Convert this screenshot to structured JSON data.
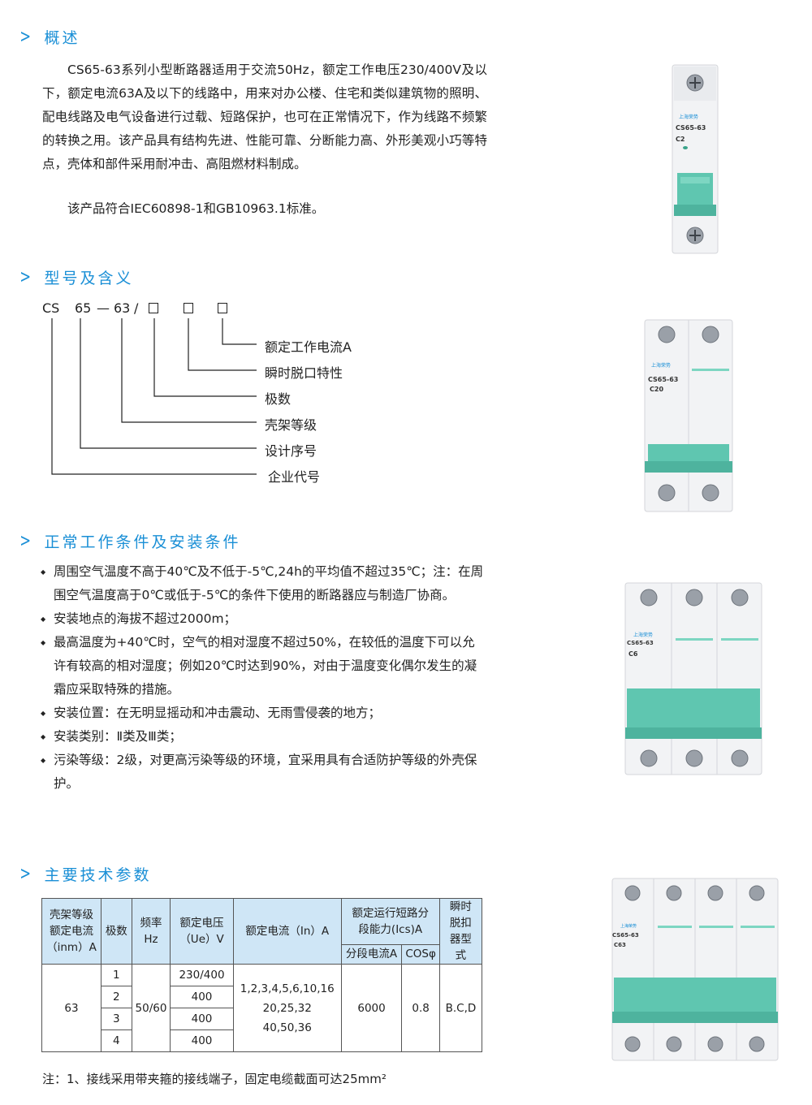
{
  "sections": {
    "overview_title": "概述",
    "model_title": "型号及含义",
    "conditions_title": "正常工作条件及安装条件",
    "params_title": "主要技术参数"
  },
  "overview": {
    "p1": "CS65-63系列小型断路器适用于交流50Hz，额定工作电压230/400V及以下，额定电流63A及以下的线路中，用来对办公楼、住宅和类似建筑物的照明、配电线路及电气设备进行过载、短路保护，也可在正常情况下，作为线路不频繁的转换之用。该产品具有结构先进、性能可靠、分断能力高、外形美观小巧等特点，壳体和部件采用耐冲击、高阻燃材料制成。",
    "p2": "该产品符合IEC60898-1和GB10963.1标准。"
  },
  "model": {
    "code_cs": "CS",
    "code_65": "65",
    "code_dash": "—",
    "code_63": "63",
    "code_slash": "/",
    "meanings": [
      "额定工作电流A",
      "瞬时脱口特性",
      "极数",
      "壳架等级",
      "设计序号",
      "企业代号"
    ]
  },
  "conditions": [
    "周围空气温度不高于40℃及不低于-5℃,24h的平均值不超过35℃；注：在周围空气温度高于0℃或低于-5℃的条件下使用的断路器应与制造厂协商。",
    "安装地点的海拔不超过2000m；",
    "最高温度为+40℃时，空气的相对湿度不超过50%，在较低的温度下可以允许有较高的相对湿度；例如20℃时达到90%，对由于温度变化偶尔发生的凝霜应采取特殊的措施。",
    "安装位置：在无明显摇动和冲击震动、无雨雪侵袭的地方；",
    "安装类别：Ⅱ类及Ⅲ类；",
    "污染等级：2级，对更高污染等级的环境，宜采用具有合适防护等级的外壳保护。"
  ],
  "table": {
    "headers": {
      "frame": "壳架等级额定电流（inm）A",
      "poles": "极数",
      "freq": "频率Hz",
      "voltage": "额定电压（Ue）V",
      "current": "额定电流（In）A",
      "breaking": "额定运行短路分段能力(Ics)A",
      "breaking_current": "分段电流A",
      "cos": "COSφ",
      "trip": "瞬时脱扣器型式"
    },
    "frame_value": "63",
    "freq_value": "50/60",
    "current_value": "1,2,3,4,5,6,10,16 20,25,32 40,50,36",
    "breaking_value": "6000",
    "cos_value": "0.8",
    "trip_value": "B.C,D",
    "rows": [
      {
        "poles": "1",
        "voltage": "230/400"
      },
      {
        "poles": "2",
        "voltage": "400"
      },
      {
        "poles": "3",
        "voltage": "400"
      },
      {
        "poles": "4",
        "voltage": "400"
      }
    ]
  },
  "note": "注：1、接线采用带夹箍的接线端子，固定电缆截面可达25mm²",
  "breakers": [
    {
      "label": "CS65-63",
      "rating": "C2",
      "brand": "上海荣势",
      "poles": 1
    },
    {
      "label": "CS65-63",
      "rating": "C20",
      "brand": "上海荣势",
      "poles": 2
    },
    {
      "label": "CS65-63",
      "rating": "C6",
      "brand": "上海荣势",
      "poles": 3
    },
    {
      "label": "CS65-63",
      "rating": "C63",
      "brand": "上海荣势",
      "poles": 4
    }
  ],
  "colors": {
    "accent": "#1a8fd6",
    "header_bg": "#cfe6f6",
    "toggle": "#5fc6b0"
  }
}
